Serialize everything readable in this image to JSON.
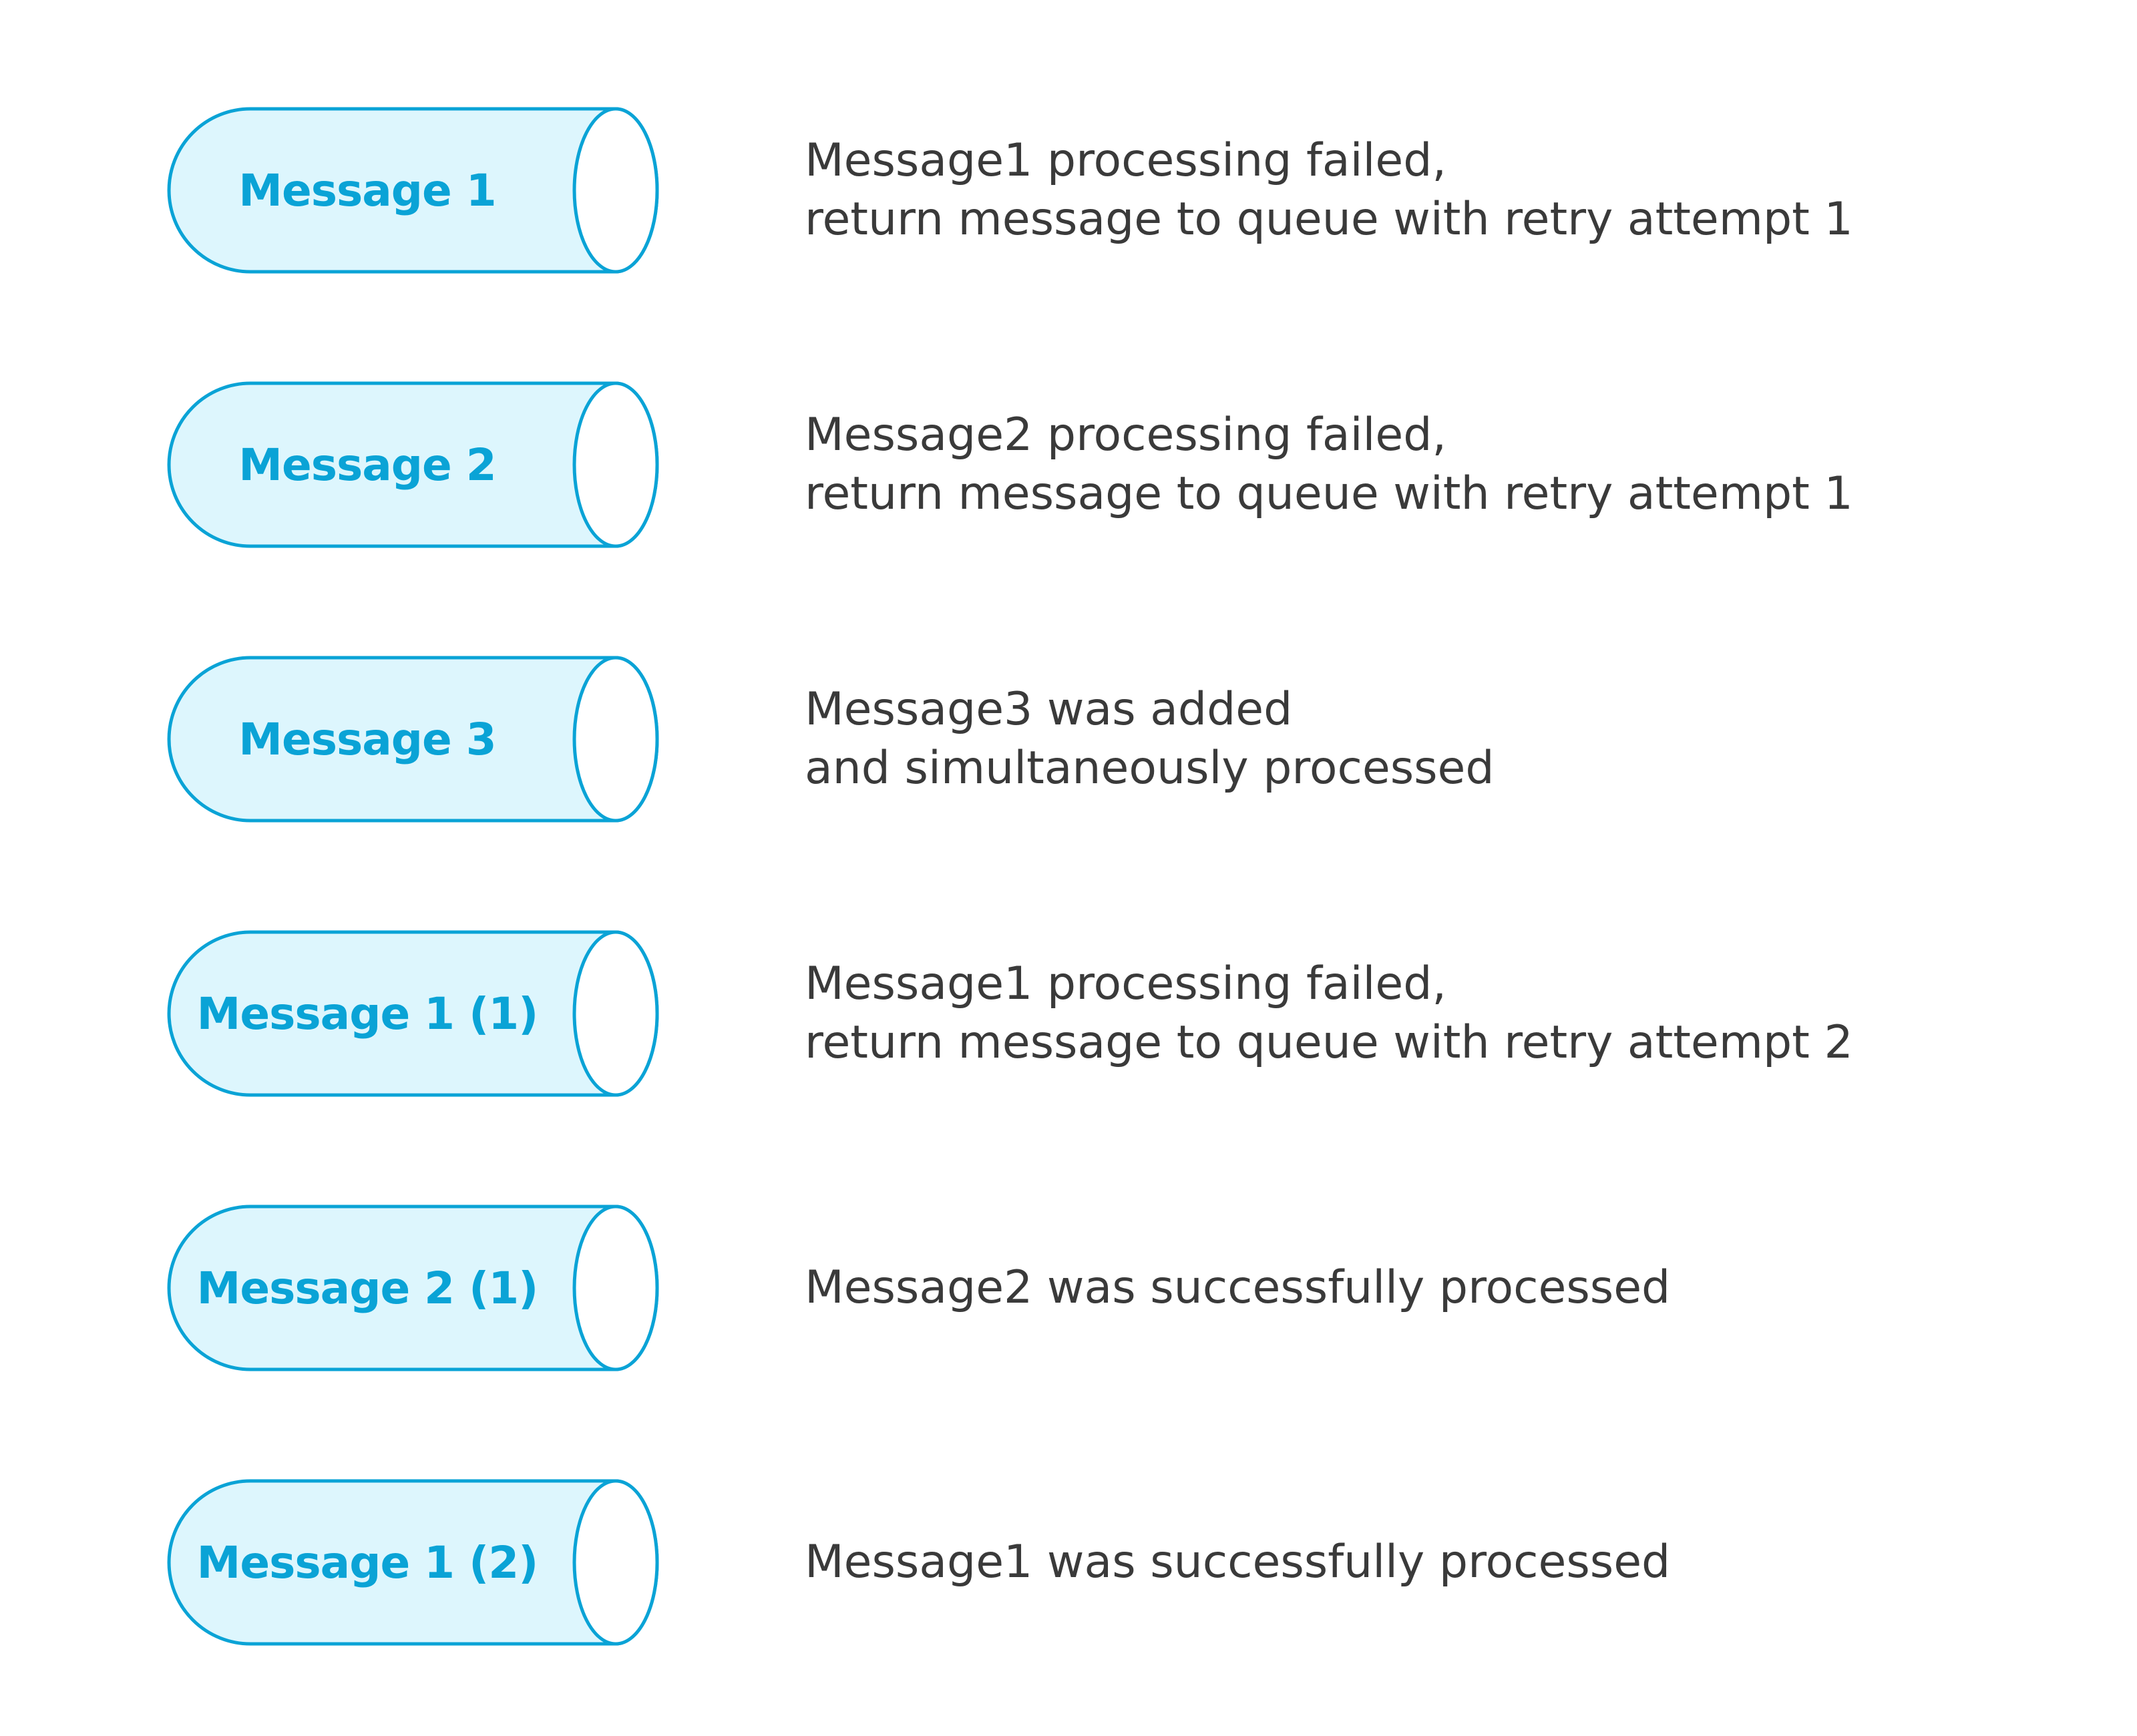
{
  "colors": {
    "cylinder_fill": "#ddf6fd",
    "cylinder_stroke": "#0aa3d6",
    "label_text": "#0aa3d6",
    "description_text": "#3a3a3a",
    "background": "#ffffff"
  },
  "rows": [
    {
      "label": "Message 1",
      "line1": "Message1 processing failed,",
      "line2": "return message to queue with retry attempt 1"
    },
    {
      "label": "Message 2",
      "line1": "Message2 processing failed,",
      "line2": "return message to queue with retry attempt 1"
    },
    {
      "label": "Message 3",
      "line1": "Message3 was added",
      "line2": "and simultaneously processed"
    },
    {
      "label": "Message 1 (1)",
      "line1": "Message1 processing failed,",
      "line2": "return message to queue with retry attempt 2"
    },
    {
      "label": "Message 2 (1)",
      "line1": "Message2 was successfully processed",
      "line2": ""
    },
    {
      "label": "Message 1 (2)",
      "line1": "Message1 was successfully processed",
      "line2": ""
    }
  ]
}
